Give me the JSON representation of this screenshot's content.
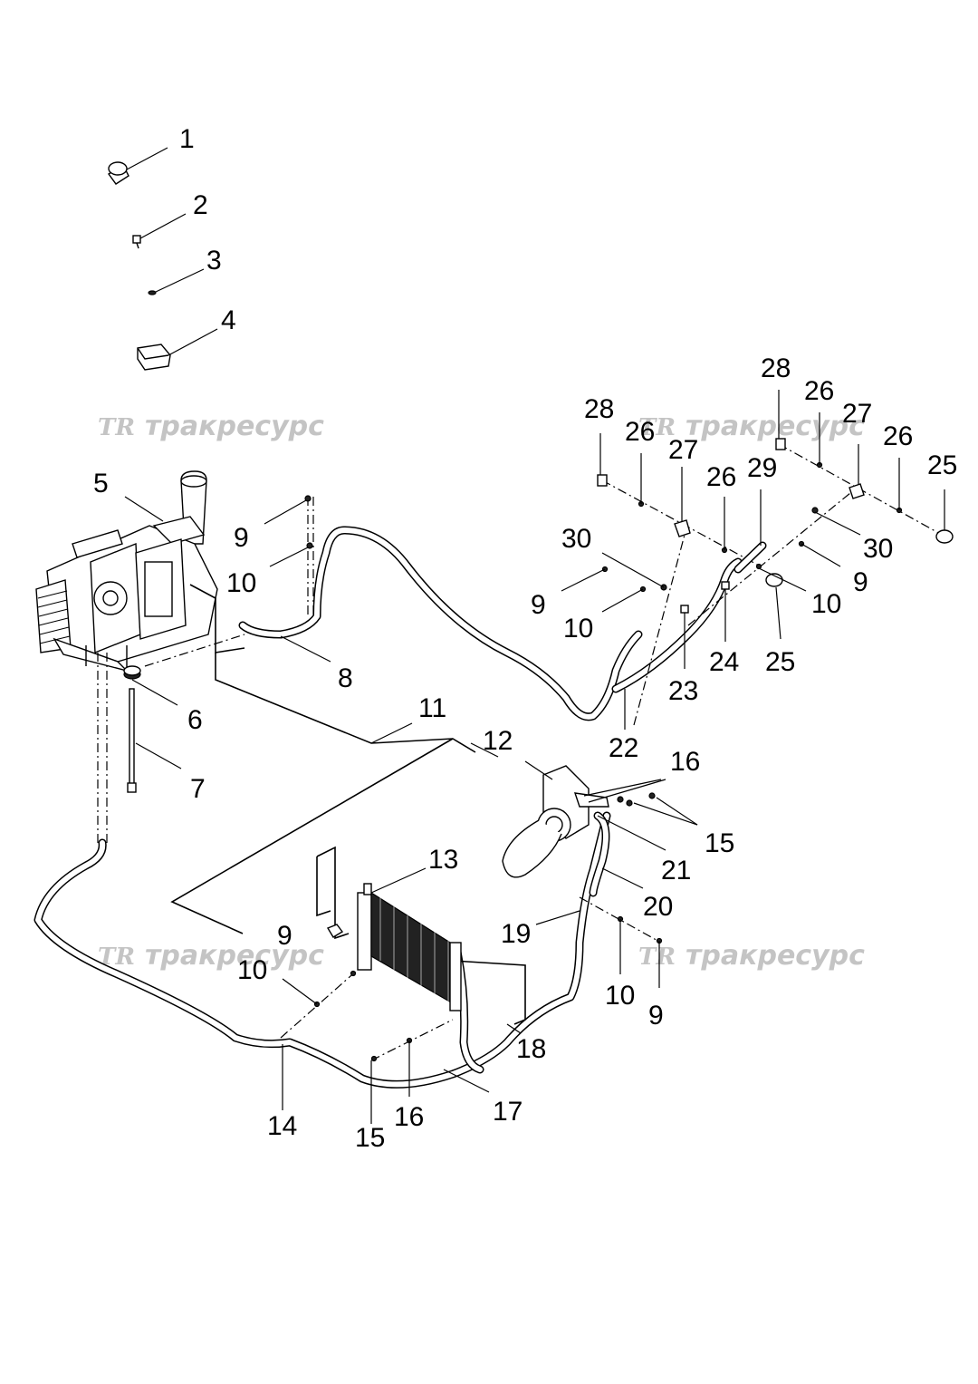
{
  "watermarks": [
    {
      "logo": "TR",
      "text": "тракресурс"
    },
    {
      "logo": "TR",
      "text": "тракресурс"
    },
    {
      "logo": "TR",
      "text": "тракресурс"
    },
    {
      "logo": "TR",
      "text": "тракресурс"
    }
  ],
  "callouts": {
    "c1": "1",
    "c2": "2",
    "c3": "3",
    "c4": "4",
    "c5": "5",
    "c6": "6",
    "c7": "7",
    "c8": "8",
    "c9a": "9",
    "c10a": "10",
    "c11": "11",
    "c12": "12",
    "c13": "13",
    "c14": "14",
    "c15a": "15",
    "c15b": "15",
    "c16a": "16",
    "c16b": "16",
    "c17": "17",
    "c18": "18",
    "c19": "19",
    "c20": "20",
    "c21": "21",
    "c22": "22",
    "c23": "23",
    "c24": "24",
    "c25a": "25",
    "c25b": "25",
    "c26a": "26",
    "c26b": "26",
    "c26c": "26",
    "c26d": "26",
    "c27a": "27",
    "c27b": "27",
    "c28a": "28",
    "c28b": "28",
    "c29": "29",
    "c30a": "30",
    "c30b": "30",
    "c9b": "9",
    "c10b": "10",
    "c9c": "9",
    "c10c": "10",
    "c9d": "9",
    "c10d": "10",
    "c9e": "9",
    "c10e": "10"
  }
}
